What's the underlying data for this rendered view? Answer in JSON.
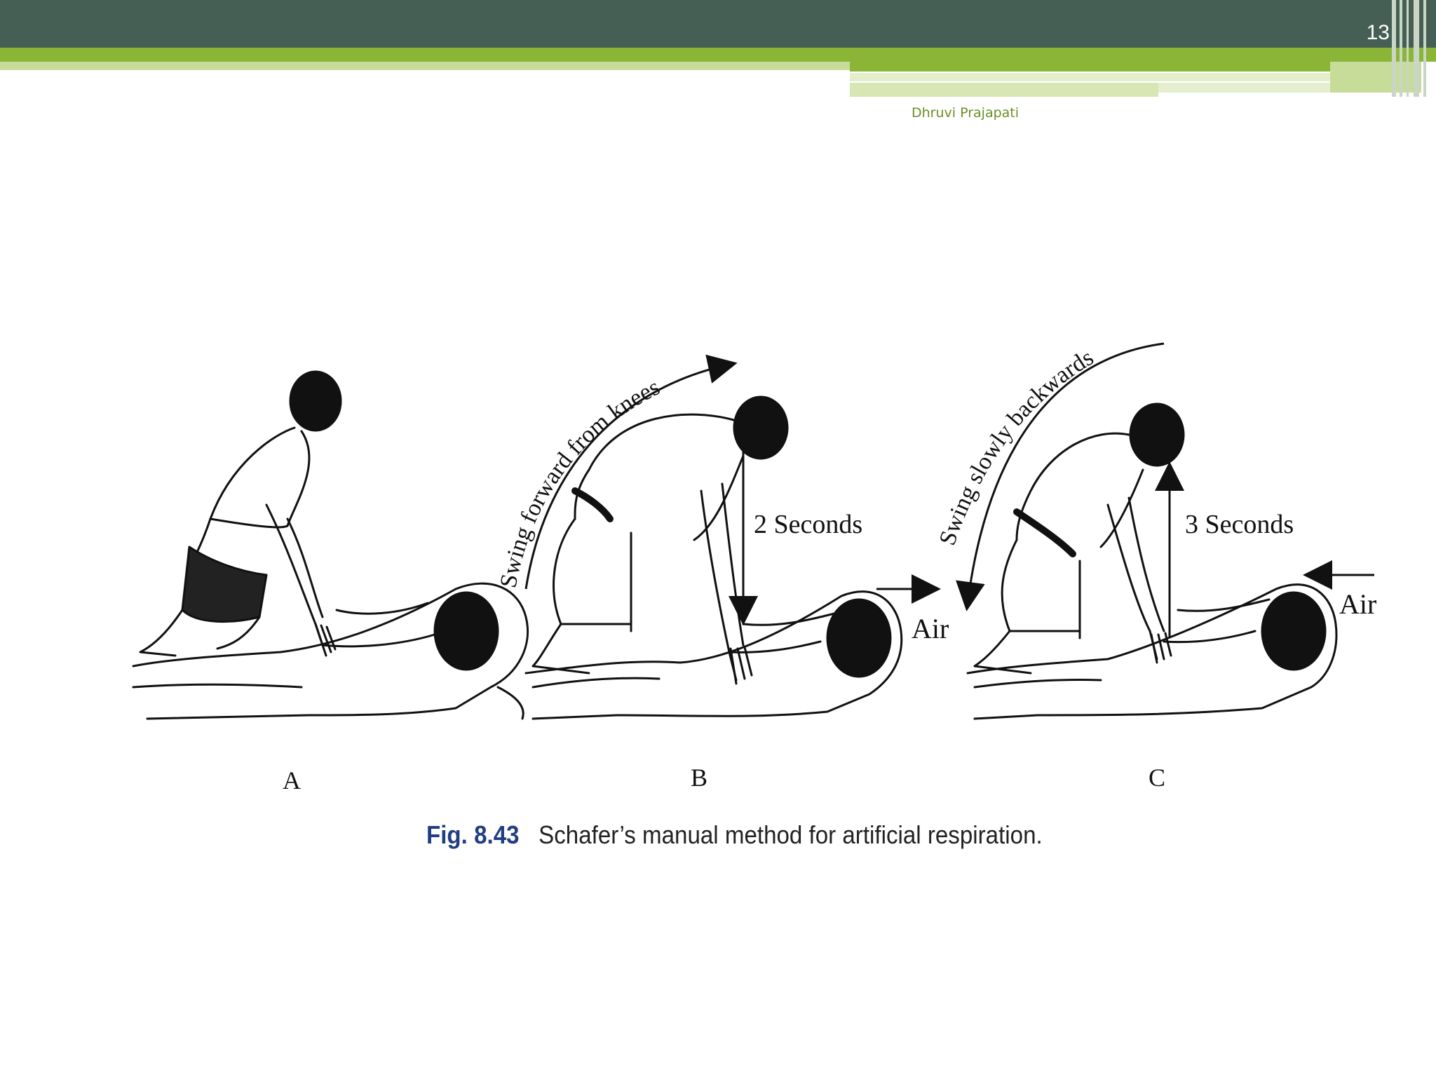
{
  "slide": {
    "page_number": "13",
    "author": "Dhruvi Prajapati"
  },
  "figure": {
    "panels": [
      {
        "label": "A"
      },
      {
        "label": "B",
        "arc_text": "Swing forward from knees",
        "time_text": "2 Seconds",
        "air_text": "Air"
      },
      {
        "label": "C",
        "arc_text": "Swing slowly backwards",
        "time_text": "3 Seconds",
        "air_text": "Air"
      }
    ],
    "caption_number": "Fig. 8.43",
    "caption_text": "Schafer’s manual method for artificial respiration."
  },
  "colors": {
    "header_dark": "#465f55",
    "header_green": "#8bb536",
    "author_text": "#6b8e23",
    "caption_number": "#1f3f82"
  }
}
